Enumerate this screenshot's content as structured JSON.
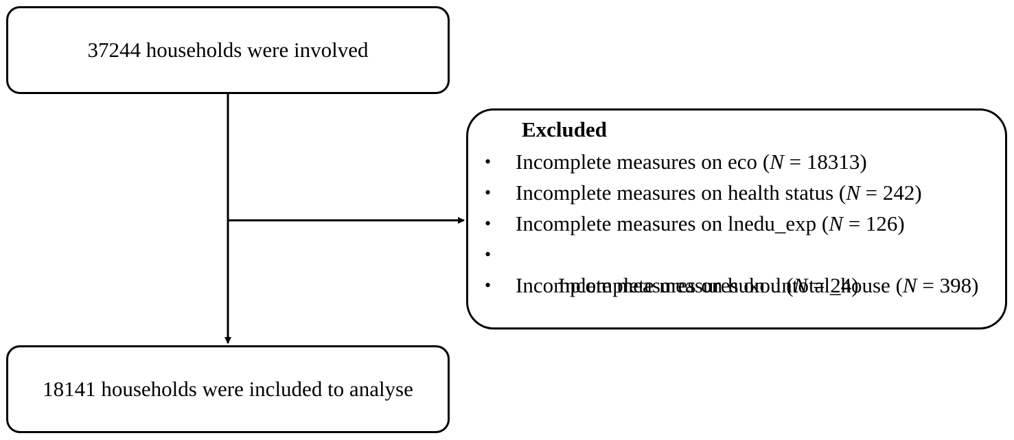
{
  "top_box": {
    "text": "37244 households were involved"
  },
  "bottom_box": {
    "text": "18141 households were included to analyse"
  },
  "excluded": {
    "title": "Excluded",
    "items": [
      {
        "label": "Incomplete measures on eco",
        "n_symbol": "N",
        "n_value": "18313"
      },
      {
        "label": "Incomplete measures on health status",
        "n_symbol": "N",
        "n_value": "242"
      },
      {
        "label": "Incomplete measures on lnedu_exp",
        "n_symbol": "N",
        "n_value": "126"
      },
      {
        "label": "Incomplete measures on  lntotal_house",
        "n_symbol": "N",
        "n_value": "398"
      },
      {
        "label": "Incomplete measures on hukou",
        "n_symbol": "N",
        "n_value": "24"
      }
    ]
  }
}
